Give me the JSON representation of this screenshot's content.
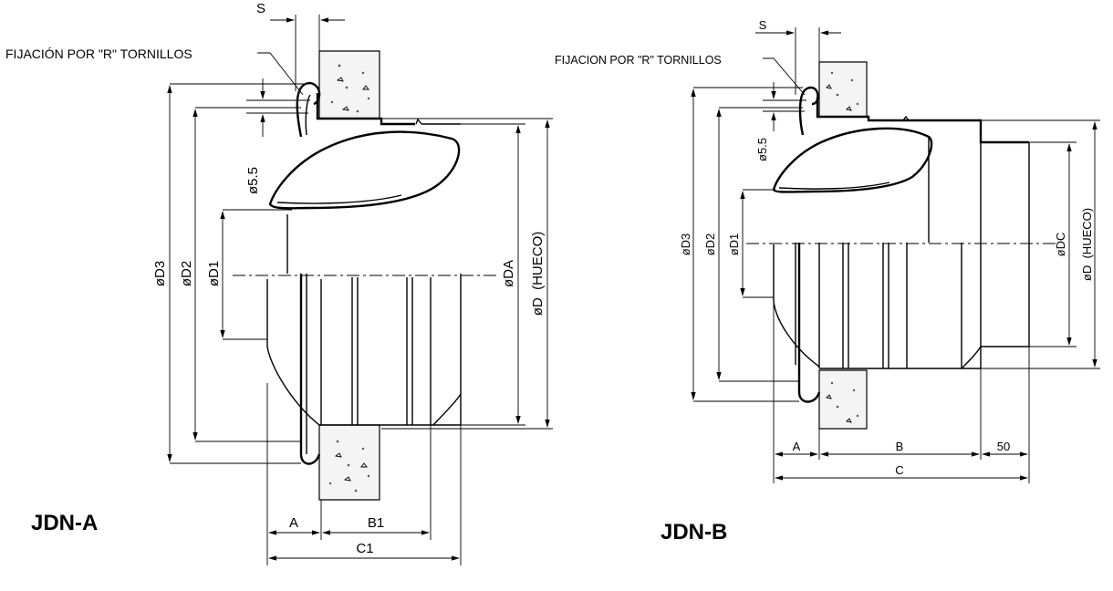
{
  "diagram_a": {
    "model": "JDN-A",
    "note": "FIJACIÓN POR \"R\" TORNILLOS",
    "labels": {
      "s": "S",
      "d55": "ø5.5",
      "d3": "øD3",
      "d2": "øD2",
      "d1": "øD1",
      "da": "øDA",
      "d_hueco": "øD  (HUECO)",
      "a": "A",
      "b1": "B1",
      "c1": "C1"
    }
  },
  "diagram_b": {
    "model": "JDN-B",
    "note": "FIJACION POR \"R\" TORNILLOS",
    "labels": {
      "s": "S",
      "d55": "ø5.5",
      "d3": "øD3",
      "d2": "øD2",
      "d1": "øD1",
      "dc": "øDC",
      "d_hueco": "øD  (HUECO)",
      "a": "A",
      "b": "B",
      "l50": "50",
      "c": "C"
    }
  }
}
